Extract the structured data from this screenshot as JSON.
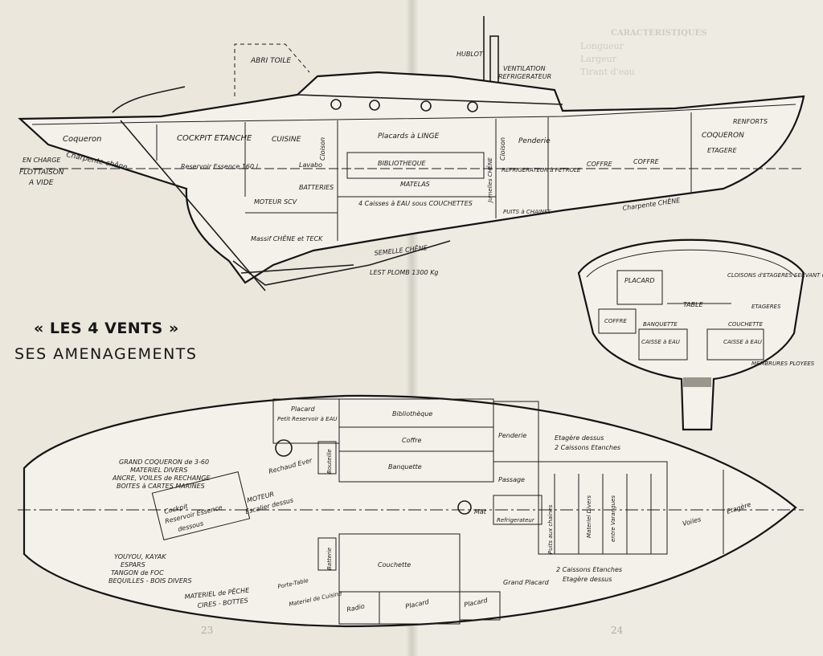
{
  "title": "« LES 4 VENTS »",
  "subtitle": "SES AMENAGEMENTS",
  "page_numbers": {
    "left": "23",
    "right": "24"
  },
  "background_text": {
    "right_heading": "CARACTÉRISTIQUES",
    "right_specs": [
      "Longueur",
      "Largeur",
      "Tirant d'eau"
    ]
  },
  "profile_labels": {
    "abri_toile": "ABRI TOILE",
    "hublot": "HUBLOT",
    "ventilation": "VENTILATION",
    "refrigerateur_top": "REFRIGERATEUR",
    "renforts": "RENFORTS",
    "coqueron_aft": "Coqueron",
    "cockpit_etanche": "COCKPIT ETANCHE",
    "cuisine": "CUISINE",
    "cloison1": "Cloison",
    "placards_linge": "Placards à LINGE",
    "cloison2": "Cloison",
    "penderie": "Penderie",
    "coqueron_fwd": "COQUERON",
    "etagere": "ETAGERE",
    "en_charge": "EN CHARGE",
    "flottaison": "FLOTTAISON",
    "a_vide": "A VIDE",
    "charpente_chene_aft": "Charpente chêne",
    "reservoir_essence": "Reservoir Essence 160 l",
    "lavabo": "Lavabo",
    "bibliotheque": "BIBLIOTHEQUE",
    "jumelles_chene": "Jumelles CHÊNE",
    "refrigerateur_petrole": "REFRIGERATEUR à PETROLE",
    "coffre1": "COFFRE",
    "coffre2": "COFFRE",
    "batteries": "BATTERIES",
    "matelas": "MATELAS",
    "moteur": "MOTEUR SCV",
    "caisses_eau": "4 Caisses à EAU sous COUCHETTES",
    "puits_chaines": "PUITS à CHAINES",
    "charpente_chene_fwd": "Charpente CHÊNE",
    "massif": "Massif CHÊNE et TECK",
    "semelle": "SEMELLE CHÊNE",
    "lest": "LEST PLOMB 1300 Kg"
  },
  "section_labels": {
    "placard": "PLACARD",
    "cloisons_etageres": "CLOISONS d'ETAGERES SERVANT d'EQUERRES",
    "table": "TABLE",
    "etageres": "ETAGERES",
    "coffre": "COFFRE",
    "banquette": "BANQUETTE",
    "couchette": "COUCHETTE",
    "caisse_eau_left": "CAISSE à EAU",
    "caisse_eau_right": "CAISSE à EAU",
    "membrures": "MEMBRURES PLOYEES"
  },
  "plan_labels": {
    "grand_coqueron": "GRAND COQUERON de 3-60",
    "materiel_divers": "MATERIEL DIVERS",
    "ancre_voiles": "ANCRE, VOILES de RECHANGE",
    "boites_cartes": "BOITES à CARTES MARINES",
    "cockpit": "Cockpit",
    "reservoir_essence": "Reservoir Essence",
    "dessous": "dessous",
    "moteur": "MOTEUR",
    "escalier": "Escalier dessus",
    "rechaud": "Rechaud Ever",
    "bouteille": "Bouteille",
    "placard_top": "Placard",
    "petit_reservoir": "Petit Reservoir à EAU",
    "bibliotheque": "Bibliothèque",
    "coffre": "Coffre",
    "banquette": "Banquette",
    "penderie": "Penderie",
    "passage": "Passage",
    "etagere_dessus": "Etagère dessus",
    "caissons_etanches": "2 Caissons Etanches",
    "mat": "Mat",
    "refrigerateur": "Refrigerateur",
    "puits_chaines": "Puits aux chaines",
    "materiel_divers_fwd": "Materiel Divers",
    "entre_varangues": "entre Varangues",
    "voiles": "Voiles",
    "etagere_fwd": "Etagère",
    "youyou": "YOUYOU, KAYAK",
    "espars": "ESPARS",
    "tangon": "TANGON de FOC",
    "bequilles": "BEQUILLES - BOIS DIVERS",
    "batterie": "Batterie",
    "couchette": "Couchette",
    "materiel_peche": "MATERIEL de PÊCHE",
    "cires_bottes": "CIRES - BOTTES",
    "porte_table": "Porte-Table",
    "materiel_cuisine": "Materiel de Cuisine",
    "radio": "Radio",
    "placard_bottom": "Placard",
    "placard_bottom2": "Placard",
    "grand_placard": "Grand Placard",
    "caissons_etanches2": "2 Caissons Etanches",
    "etagere_dessus2": "Etagère dessus"
  }
}
